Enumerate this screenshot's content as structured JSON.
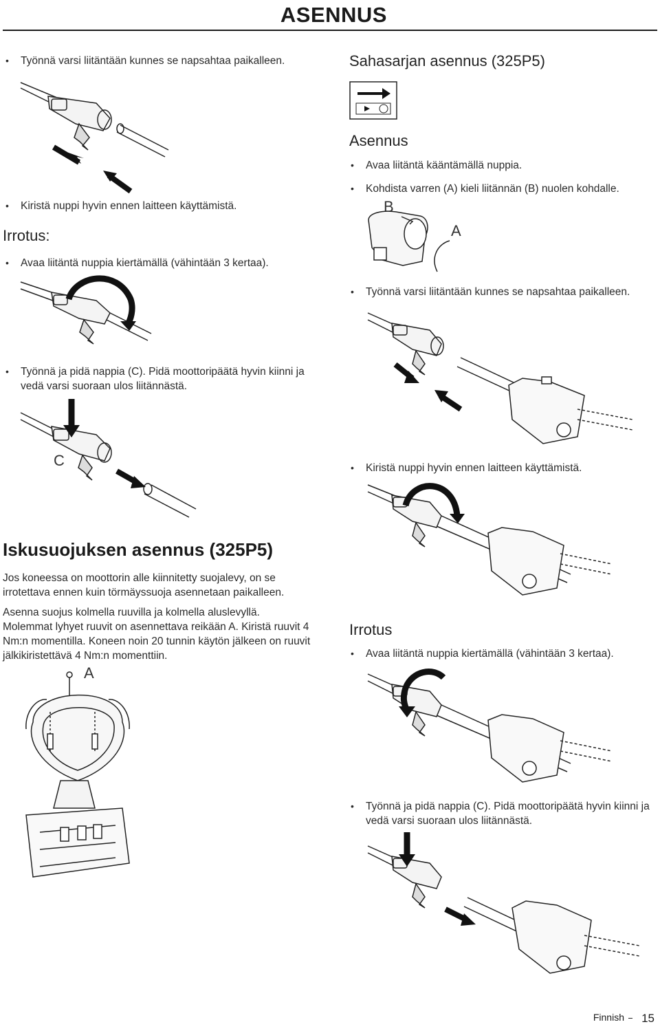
{
  "header": {
    "title": "ASENNUS"
  },
  "left": {
    "bullet_push": "Työnnä varsi liitäntään kunnes se napsahtaa paikalleen.",
    "bullet_tighten": "Kiristä nuppi hyvin ennen laitteen käyttämistä.",
    "irrotus_heading": "Irrotus:",
    "bullet_open": "Avaa liitäntä nuppia kiertämällä (vähintään 3 kertaa).",
    "bullet_press": "Työnnä ja pidä nappia (C). Pidä moottoripäätä hyvin kiinni ja vedä varsi suoraan ulos liitännästä.",
    "label_c": "C",
    "guard_heading": "Iskusuojuksen asennus (325P5)",
    "guard_para1": "Jos koneessa on moottorin alle kiinnitetty suojalevy, on se irrotettava ennen kuin törmäyssuoja asennetaan paikalleen.",
    "guard_para2": "Asenna suojus kolmella ruuvilla ja kolmella aluslevyllä. Molemmat lyhyet ruuvit on asennettava reikään A. Kiristä ruuvit 4 Nm:n momentilla. Koneen noin 20 tunnin käytön jälkeen on ruuvit jälkikiristettävä 4 Nm:n momenttiin.",
    "label_a": "A"
  },
  "right": {
    "section_heading": "Sahasarjan asennus (325P5)",
    "asennus_heading": "Asennus",
    "bullet_open": "Avaa liitäntä kääntämällä nuppia.",
    "bullet_align": "Kohdista varren (A) kieli liitännän (B) nuolen kohdalle.",
    "label_b": "B",
    "label_a": "A",
    "bullet_push": "Työnnä varsi liitäntään kunnes se napsahtaa paikalleen.",
    "bullet_tighten": "Kiristä nuppi hyvin ennen laitteen käyttämistä.",
    "irrotus_heading": "Irrotus",
    "bullet_open2": "Avaa liitäntä nuppia kiertämällä (vähintään 3 kertaa).",
    "bullet_press": "Työnnä ja pidä nappia (C). Pidä moottoripäätä hyvin kiinni ja vedä varsi suoraan ulos liitännästä."
  },
  "footer": {
    "language": "Finnish",
    "page_number": "15"
  }
}
